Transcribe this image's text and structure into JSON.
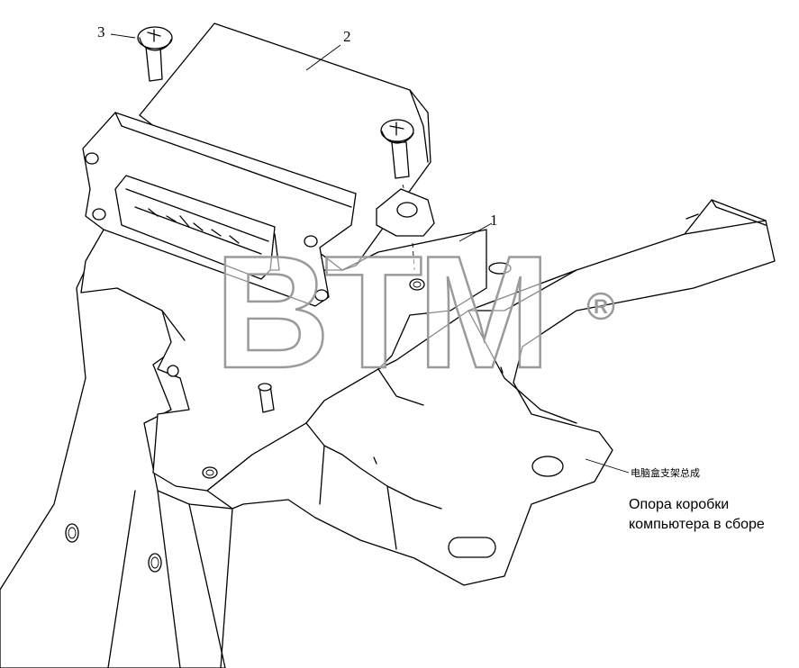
{
  "callouts": {
    "part1": "1",
    "part2": "2",
    "part3": "3"
  },
  "caption": {
    "chinese": "电脑盒支架总成",
    "russian_line1": "Опора коробки",
    "russian_line2": "компьютера в сборе"
  },
  "watermark": {
    "text": "BTM",
    "registered": "R"
  }
}
